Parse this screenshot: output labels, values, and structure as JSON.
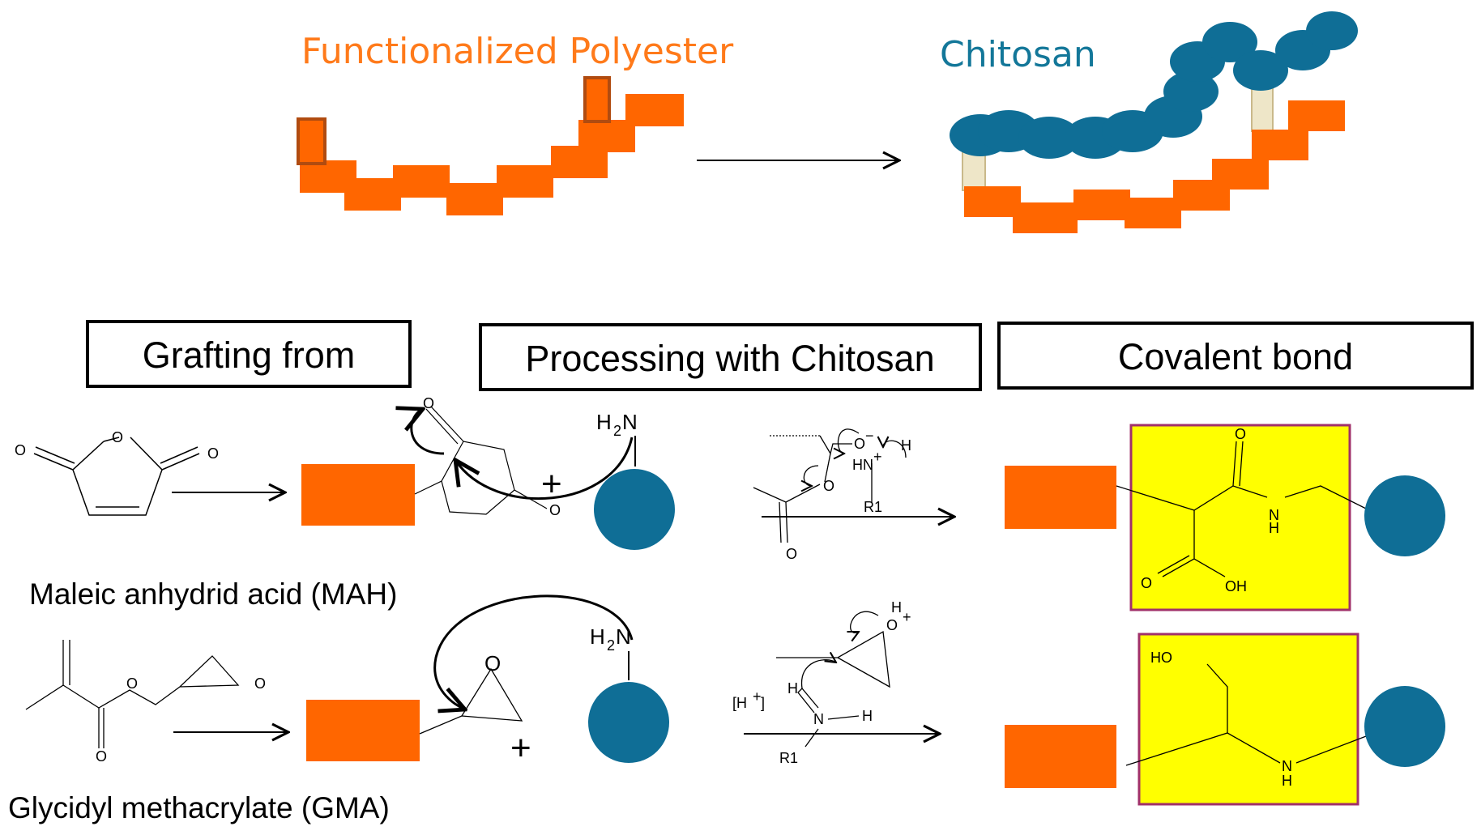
{
  "top": {
    "polyester_title": "Functionalized  Polyester",
    "chitosan_title": "Chitosan"
  },
  "headers": {
    "grafting": "Grafting from",
    "processing": "Processing with Chitosan",
    "covalent": "Covalent bond"
  },
  "labels": {
    "mah": "Maleic anhydrid acid (MAH)",
    "gma": "Glycidyl methacrylate (GMA)",
    "plus": "+",
    "acid_catalyst": "[H",
    "acid_sup": "+",
    "acid_close": "]"
  },
  "atoms": {
    "O": "O",
    "H2N_H": "H",
    "H2N_sub": "2",
    "H2N_N": "N",
    "O_minus": "O",
    "minus": "−",
    "HN_plus": "HN",
    "plus_sup": "+",
    "H": "H",
    "R1": "R1",
    "NH_N": "N",
    "NH_H": "H",
    "OH": "OH",
    "HO": "HO",
    "O_plus_O": "O",
    "O_plus_sign": "+"
  },
  "colors": {
    "polyester": "#ff6600",
    "polyester_dark": "#b04b10",
    "chitosan": "#0f6e96",
    "title_orange": "#ff7a1a",
    "title_blue": "#137799",
    "linker": "#eee6c8",
    "highlight": "#ffff00",
    "highlight_border": "#a0306a"
  }
}
